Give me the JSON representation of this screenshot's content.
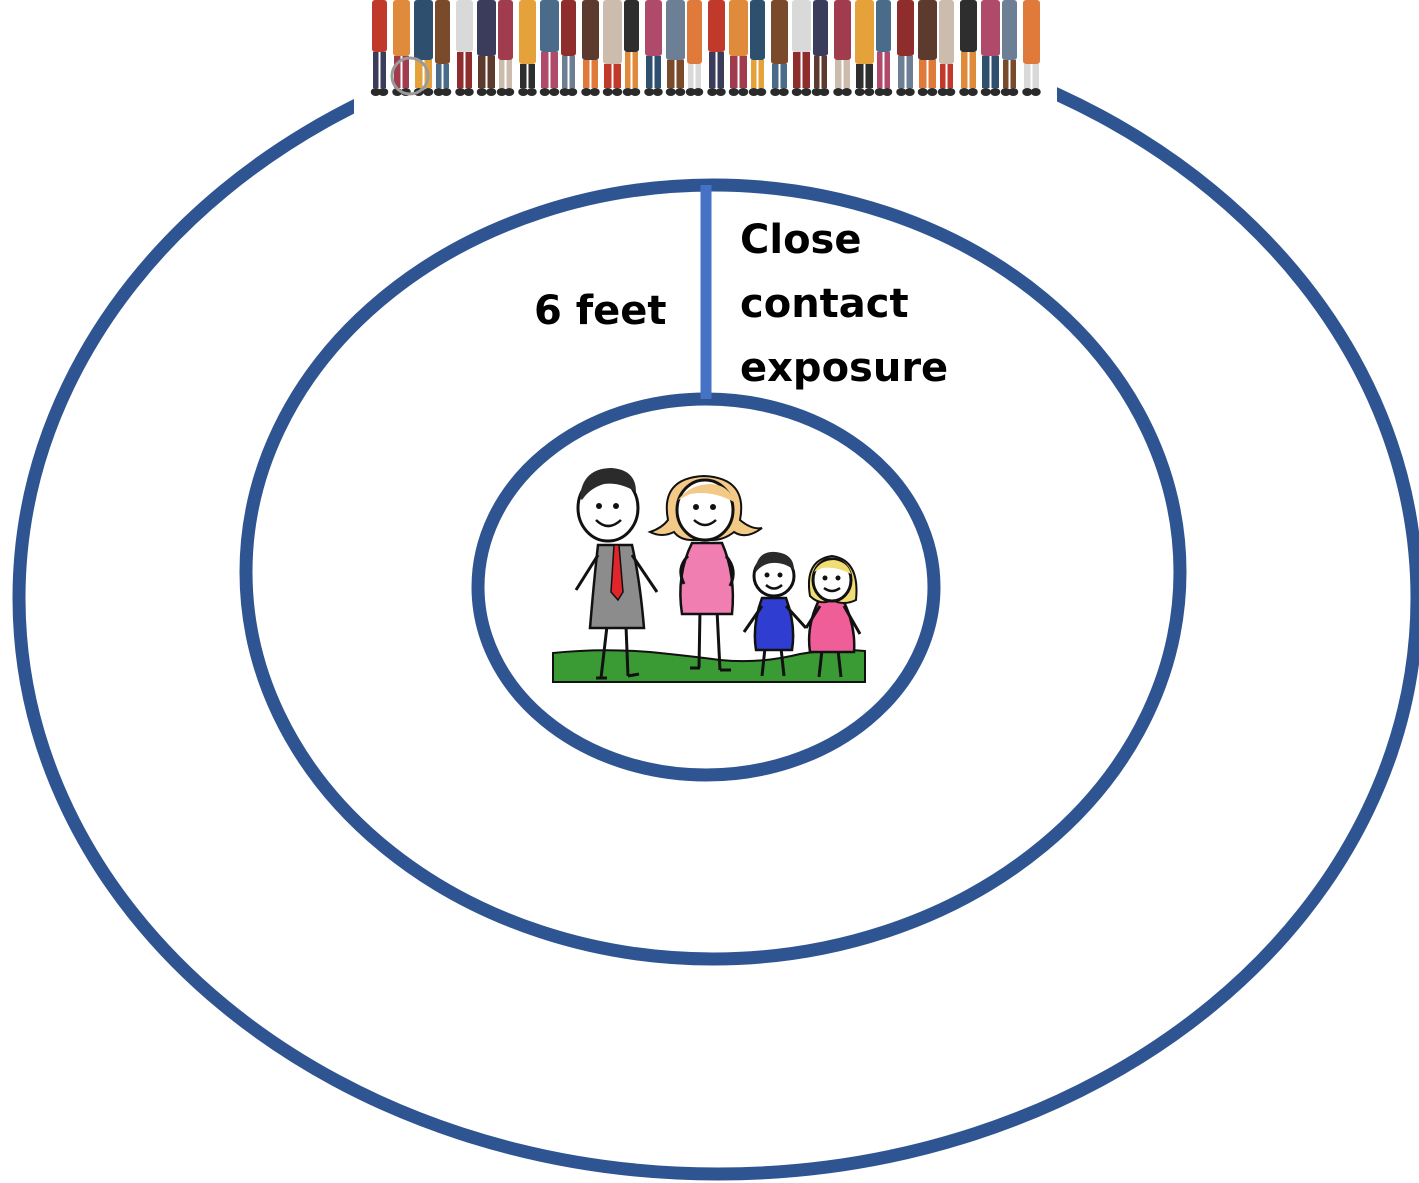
{
  "diagram": {
    "distance_label": "6 feet",
    "zone_label_lines": [
      "Close",
      "contact",
      "exposure"
    ]
  },
  "illustrations": {
    "crowd": "crowd-of-people-illustration",
    "family": "stick-figure-family-illustration"
  },
  "colors": {
    "ring": "#2f5492",
    "radius_line": "#4472c4",
    "grass": "#3a9a34",
    "dad_shirt": "#8c8c8c",
    "tie": "#e0262b",
    "mom_dress": "#f07eb0",
    "mom_hair": "#f2c987",
    "boy_shirt": "#2f3ed0",
    "girl_dress": "#f05e9a",
    "girl_hair": "#f2dd74"
  }
}
